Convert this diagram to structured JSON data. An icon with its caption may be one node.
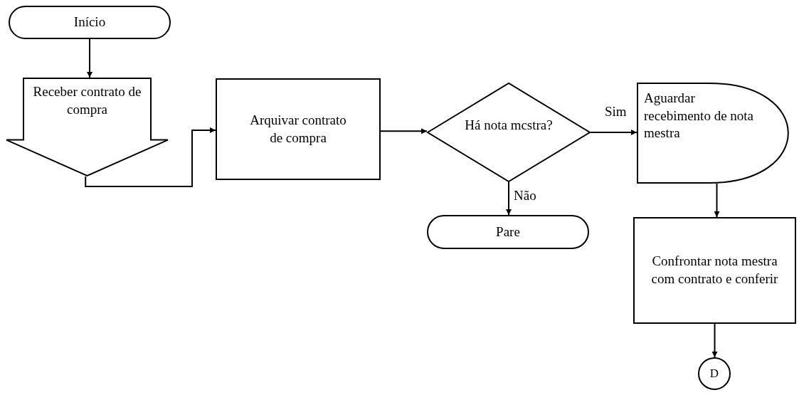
{
  "diagram": {
    "nodes": [
      {
        "text": [
          "Início"
        ]
      },
      {
        "text": [
          "Receber contrato de compra"
        ]
      },
      {
        "text": [
          "Arquivar contrato de compra"
        ]
      },
      {
        "text": [
          "Há nota mcstra?"
        ]
      },
      {
        "text": [
          "Aguardar recebimento de nota mestra"
        ]
      },
      {
        "text": [
          "Pare"
        ]
      },
      {
        "text": [
          "Confrontar nota mestra com contrato e conferir"
        ]
      },
      {
        "text": [
          "D"
        ]
      }
    ],
    "edges": [
      {
        "from": 0,
        "to": 1,
        "arrow": "to"
      },
      {
        "from": 1,
        "to": 2,
        "arrow": "to"
      },
      {
        "from": 2,
        "to": 3,
        "arrow": "to"
      },
      {
        "from": 3,
        "to": 4,
        "arrow": "to",
        "label": "Sim"
      },
      {
        "from": 3,
        "to": 5,
        "arrow": "to",
        "label": "Não"
      },
      {
        "from": 4,
        "to": 6,
        "arrow": "to"
      },
      {
        "from": 6,
        "to": 7,
        "arrow": "to"
      }
    ]
  }
}
